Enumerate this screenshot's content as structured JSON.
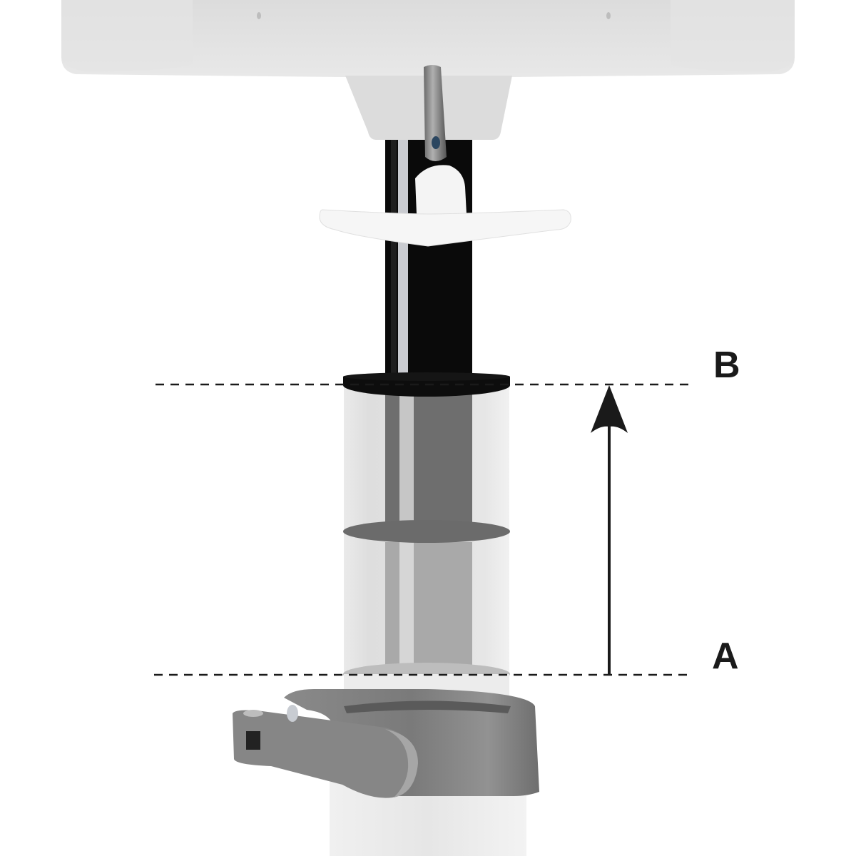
{
  "diagram": {
    "type": "height-adjustment-illustration",
    "labels": {
      "top_position": "B",
      "bottom_position": "A"
    },
    "arrow": {
      "direction": "up",
      "from": "A",
      "to": "B"
    },
    "colors": {
      "background": "#ffffff",
      "housing": "#e2e2e2",
      "inner_pole": "#0a0a0a",
      "outer_tube_transparent": "#ececec",
      "clamp": "#7b7b7b",
      "dashed_line": "#1a1a1a",
      "label_text": "#1a1a1a"
    },
    "parts": [
      "device-housing",
      "neck-mount",
      "gas-spring-lever",
      "t-handle",
      "inner-pole",
      "outer-tube",
      "release-clamp",
      "base-pole"
    ]
  }
}
